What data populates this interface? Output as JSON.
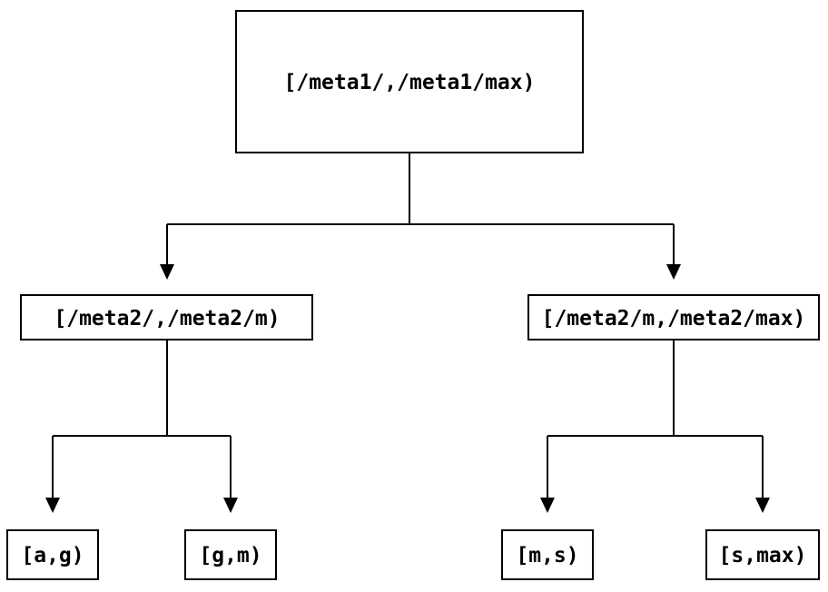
{
  "diagram": {
    "type": "tree",
    "description": "Interval partition tree: root range split into two meta2 ranges, each split into two leaf key ranges",
    "root": {
      "label": "[/meta1/,/meta1/max)",
      "children": [
        {
          "label": "[/meta2/,/meta2/m)",
          "children": [
            {
              "label": "[a,g)"
            },
            {
              "label": "[g,m)"
            }
          ]
        },
        {
          "label": "[/meta2/m,/meta2/max)",
          "children": [
            {
              "label": "[m,s)"
            },
            {
              "label": "[s,max)"
            }
          ]
        }
      ]
    },
    "colors": {
      "background": "#ffffff",
      "box_fill": "#ffffff",
      "line": "#000000",
      "text": "#000000"
    }
  }
}
